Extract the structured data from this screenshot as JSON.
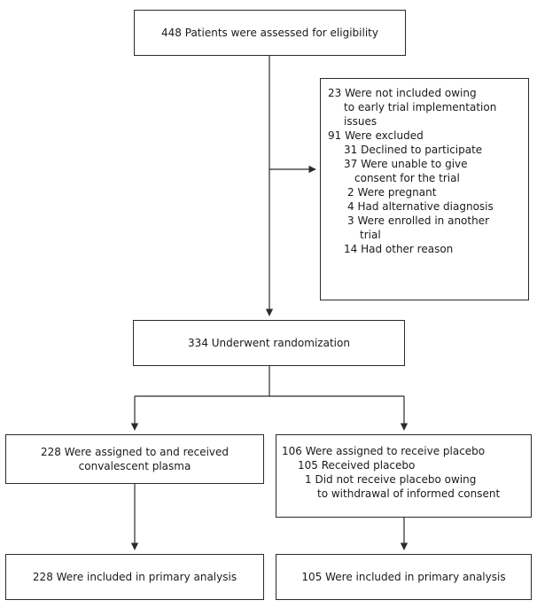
{
  "flow": {
    "assessed": "448 Patients were assessed for eligibility",
    "exclusion": {
      "l1": "23 Were not included owing",
      "l2": "to early trial implementation",
      "l3": "issues",
      "l4": "91 Were excluded",
      "l5": "31 Declined to participate",
      "l6": "37 Were unable to give",
      "l7": "consent for the trial",
      "l8": "2 Were pregnant",
      "l9": "4 Had alternative diagnosis",
      "l10": "3 Were enrolled in another",
      "l11": "trial",
      "l12": "14 Had other reason"
    },
    "randomized": "334 Underwent randomization",
    "plasma_arm": {
      "l1": "228 Were assigned to and received",
      "l2": "convalescent plasma"
    },
    "placebo_arm": {
      "l1": "106 Were assigned to receive placebo",
      "l2": "105 Received placebo",
      "l3": "1 Did not receive placebo owing",
      "l4": "to withdrawal of informed consent"
    },
    "plasma_analysis": "228 Were included in primary analysis",
    "placebo_analysis": "105 Were included in primary analysis"
  }
}
